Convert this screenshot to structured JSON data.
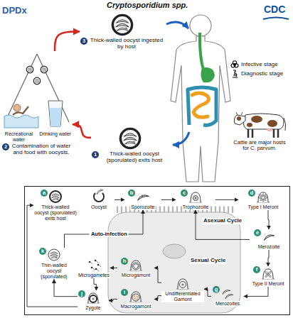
{
  "diagram": {
    "title": "Cryptosporidium spp.",
    "nodes": [
      {
        "text": [
          "Thick-walled oocyst ingested by host"
        ]
      },
      {
        "text": [
          "Recreational water",
          "Drinking water",
          "Contamination of water and food with oocysts."
        ]
      },
      {
        "text": [
          "Thick-walled oocyst (sporulated) exits host"
        ]
      },
      {
        "text": [
          "Cattle are major hosts for C. parvum."
        ]
      },
      {
        "text": [
          "Asexual Cycle",
          "Sexual Cycle"
        ]
      },
      {
        "text": [
          "Thick-walled oocyst (sporulated) exits host"
        ],
        "in": 4
      },
      {
        "text": [
          "Oocyst"
        ],
        "in": 4
      },
      {
        "text": [
          "Sporozoite"
        ],
        "in": 4
      },
      {
        "text": [
          "Trophozoite"
        ],
        "in": 4
      },
      {
        "text": [
          "Type I Meront"
        ],
        "in": 4
      },
      {
        "text": [
          "Merozoite"
        ],
        "in": 4
      },
      {
        "text": [
          "Type II Meront"
        ],
        "in": 4
      },
      {
        "text": [
          "Merozoites"
        ],
        "in": 4
      },
      {
        "text": [
          "Undifferentiated Gamont"
        ],
        "in": 4
      },
      {
        "text": [
          "Microgamont"
        ],
        "in": 4
      },
      {
        "text": [
          "Microgametes"
        ],
        "in": 4
      },
      {
        "text": [
          "Macrogamont"
        ],
        "in": 4
      },
      {
        "text": [
          "Zygote"
        ],
        "in": 4
      },
      {
        "text": [
          "Thin-walled oocyst (sporulated)"
        ],
        "in": 4
      }
    ],
    "edges": [
      {
        "from": 2,
        "to": 1,
        "arrow": "to"
      },
      {
        "from": 1,
        "to": 0,
        "arrow": "to"
      },
      {
        "from": 6,
        "to": 7,
        "arrow": "to"
      },
      {
        "from": 7,
        "to": 8,
        "arrow": "to"
      },
      {
        "from": 8,
        "to": 9,
        "arrow": "to"
      },
      {
        "from": 9,
        "to": 10,
        "arrow": "to"
      },
      {
        "from": 10,
        "to": 8,
        "arrow": "to"
      },
      {
        "from": 10,
        "to": 11,
        "arrow": "to"
      },
      {
        "from": 11,
        "to": 12,
        "arrow": "to"
      },
      {
        "from": 12,
        "to": 13,
        "arrow": "to"
      },
      {
        "from": 13,
        "to": 14,
        "arrow": "to"
      },
      {
        "from": 13,
        "to": 16,
        "arrow": "to"
      },
      {
        "from": 14,
        "to": 15,
        "arrow": "to"
      },
      {
        "from": 15,
        "to": 17,
        "arrow": "to"
      },
      {
        "from": 16,
        "to": 17,
        "arrow": "to"
      },
      {
        "from": 17,
        "to": 18,
        "arrow": "to"
      },
      {
        "from": 17,
        "to": 5,
        "arrow": "to"
      },
      {
        "from": 18,
        "to": 7,
        "label": "Auto-infection",
        "arrow": "to"
      }
    ],
    "labels": [
      "DPDx",
      "CDC",
      "3",
      "2",
      "1",
      "a",
      "b",
      "c",
      "d",
      "e",
      "f",
      "g",
      "h",
      "i",
      "j",
      "k"
    ],
    "legend": [
      {
        "text": "Infective stage"
      },
      {
        "text": "Diagnostic stage"
      }
    ]
  }
}
